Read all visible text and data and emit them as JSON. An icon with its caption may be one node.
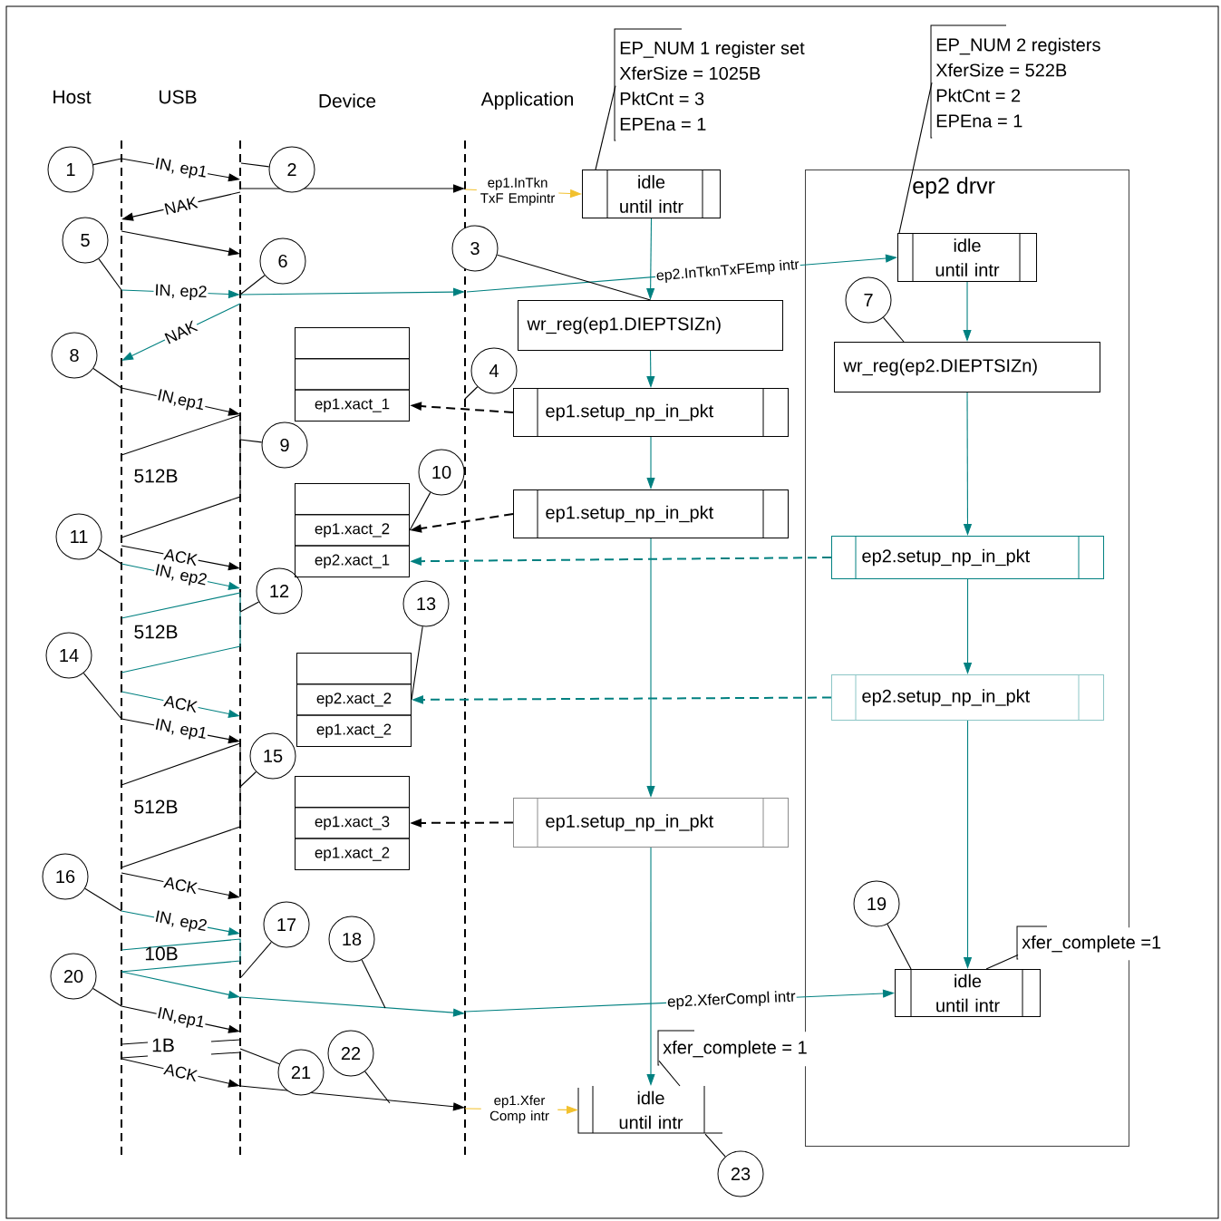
{
  "diagram": {
    "nodes": [
      {
        "text": [
          "ep2 drvr"
        ]
      },
      {
        "text": [
          "1"
        ]
      },
      {
        "text": [
          "2"
        ]
      },
      {
        "text": [
          "3"
        ]
      },
      {
        "text": [
          "4"
        ]
      },
      {
        "text": [
          "5"
        ]
      },
      {
        "text": [
          "6"
        ]
      },
      {
        "text": [
          "7"
        ],
        "in": 0
      },
      {
        "text": [
          "8"
        ]
      },
      {
        "text": [
          "9"
        ]
      },
      {
        "text": [
          "10"
        ]
      },
      {
        "text": [
          "11"
        ]
      },
      {
        "text": [
          "12"
        ]
      },
      {
        "text": [
          "13"
        ]
      },
      {
        "text": [
          "14"
        ]
      },
      {
        "text": [
          "15"
        ]
      },
      {
        "text": [
          "16"
        ]
      },
      {
        "text": [
          "17"
        ]
      },
      {
        "text": [
          "18"
        ]
      },
      {
        "text": [
          "19"
        ],
        "in": 0
      },
      {
        "text": [
          "20"
        ]
      },
      {
        "text": [
          "21"
        ]
      },
      {
        "text": [
          "22"
        ]
      },
      {
        "text": [
          "23"
        ]
      },
      {
        "text": [
          "EP_NUM 1 register set",
          "XferSize = 1025B",
          "PktCnt = 3",
          "EPEna = 1"
        ]
      },
      {
        "text": [
          "EP_NUM 2 registers",
          "XferSize = 522B",
          "PktCnt = 2",
          "EPEna = 1"
        ]
      },
      {
        "text": [
          "idle until intr"
        ]
      },
      {
        "text": [
          "idle until intr"
        ],
        "in": 0
      },
      {
        "text": [
          "wr_reg(ep1.DIEPTSIZn)"
        ]
      },
      {
        "text": [
          "wr_reg(ep2.DIEPTSIZn)"
        ],
        "in": 0
      },
      {
        "text": [
          "ep1.setup_np_in_pkt"
        ]
      },
      {
        "text": [
          "ep1.setup_np_in_pkt"
        ]
      },
      {
        "text": [
          "ep2.setup_np_in_pkt"
        ],
        "in": 0
      },
      {
        "text": [
          "ep2.setup_np_in_pkt"
        ],
        "in": 0
      },
      {
        "text": [
          "ep1.setup_np_in_pkt"
        ]
      },
      {
        "text": [
          "idle until intr"
        ],
        "in": 0
      },
      {
        "text": [
          "xfer_complete =1"
        ]
      },
      {
        "text": [
          "idle until intr"
        ]
      },
      {
        "text": [
          "xfer_complete = 1"
        ]
      },
      {
        "text": [],
        "shape": "box"
      },
      {
        "text": [],
        "shape": "box"
      },
      {
        "text": [
          "ep1.xact_1"
        ]
      },
      {
        "text": [],
        "shape": "box"
      },
      {
        "text": [
          "ep1.xact_2"
        ]
      },
      {
        "text": [
          "ep2.xact_1"
        ]
      },
      {
        "text": [],
        "shape": "box"
      },
      {
        "text": [
          "ep2.xact_2"
        ]
      },
      {
        "text": [
          "ep1.xact_2"
        ]
      },
      {
        "text": [],
        "shape": "box"
      },
      {
        "text": [
          "ep1.xact_3"
        ]
      },
      {
        "text": [
          "ep1.xact_2"
        ]
      }
    ],
    "edges": [
      {
        "from": null,
        "to": 26,
        "arrow": "to",
        "label": "ep1.InTkn TxF Empintr",
        "color": "#f2c12e"
      },
      {
        "from": 26,
        "to": 28,
        "arrow": "to",
        "color": "#008080"
      },
      {
        "from": null,
        "to": 27,
        "arrow": "to",
        "label": "ep2.InTknTxFEmp intr",
        "color": "#008080"
      },
      {
        "from": 27,
        "to": 29,
        "arrow": "to",
        "color": "#008080"
      },
      {
        "from": 28,
        "to": 30,
        "arrow": "to",
        "color": "#008080"
      },
      {
        "from": 30,
        "to": 31,
        "arrow": "to",
        "color": "#008080"
      },
      {
        "from": 31,
        "to": 34,
        "arrow": "to",
        "color": "#008080"
      },
      {
        "from": 34,
        "to": 37,
        "arrow": "to",
        "color": "#008080"
      },
      {
        "from": 29,
        "to": 32,
        "arrow": "to",
        "color": "#008080"
      },
      {
        "from": 32,
        "to": 33,
        "arrow": "to",
        "color": "#008080"
      },
      {
        "from": 33,
        "to": 35,
        "arrow": "to",
        "color": "#008080"
      },
      {
        "from": 30,
        "to": 41,
        "arrow": "to",
        "style": "dashed"
      },
      {
        "from": 31,
        "to": 43,
        "arrow": "to",
        "style": "dashed"
      },
      {
        "from": 32,
        "to": 44,
        "arrow": "to",
        "style": "dashed",
        "color": "#008080"
      },
      {
        "from": 33,
        "to": 46,
        "arrow": "to",
        "style": "dashed",
        "color": "#008080"
      },
      {
        "from": 34,
        "to": 49,
        "arrow": "to",
        "style": "dashed"
      },
      {
        "from": null,
        "to": 35,
        "arrow": "to",
        "label": "ep2.XferCompl intr",
        "color": "#008080"
      },
      {
        "from": null,
        "to": 37,
        "arrow": "to",
        "label": "ep1.Xfer Comp intr",
        "color": "#f2c12e"
      },
      {
        "from": 24,
        "to": 26,
        "arrow": "none"
      },
      {
        "from": 25,
        "to": 27,
        "arrow": "none"
      },
      {
        "from": 36,
        "to": 35,
        "arrow": "none"
      },
      {
        "from": 38,
        "to": 37,
        "arrow": "none"
      },
      {
        "from": 1,
        "to": null,
        "arrow": "none"
      },
      {
        "from": 2,
        "to": null,
        "arrow": "none"
      },
      {
        "from": 3,
        "to": 28,
        "arrow": "none"
      },
      {
        "from": 4,
        "to": null,
        "arrow": "none"
      },
      {
        "from": 5,
        "to": null,
        "arrow": "none"
      },
      {
        "from": 6,
        "to": null,
        "arrow": "none"
      },
      {
        "from": 7,
        "to": 29,
        "arrow": "none"
      },
      {
        "from": 8,
        "to": null,
        "arrow": "none"
      },
      {
        "from": 9,
        "to": null,
        "arrow": "none"
      },
      {
        "from": 10,
        "to": 43,
        "arrow": "none"
      },
      {
        "from": 11,
        "to": null,
        "arrow": "none"
      },
      {
        "from": 12,
        "to": null,
        "arrow": "none"
      },
      {
        "from": 13,
        "to": 46,
        "arrow": "none"
      },
      {
        "from": 14,
        "to": null,
        "arrow": "none"
      },
      {
        "from": 15,
        "to": null,
        "arrow": "none"
      },
      {
        "from": 16,
        "to": null,
        "arrow": "none"
      },
      {
        "from": 17,
        "to": null,
        "arrow": "none"
      },
      {
        "from": 18,
        "to": null,
        "arrow": "none"
      },
      {
        "from": 19,
        "to": 35,
        "arrow": "none"
      },
      {
        "from": 20,
        "to": null,
        "arrow": "none"
      },
      {
        "from": 21,
        "to": null,
        "arrow": "none"
      },
      {
        "from": 22,
        "to": null,
        "arrow": "none"
      },
      {
        "from": 23,
        "to": 37,
        "arrow": "none"
      }
    ],
    "labels": [
      "Host",
      "USB",
      "Device",
      "Application",
      "IN, ep1",
      "NAK",
      "IN, ep2",
      "NAK",
      "IN,ep1",
      "512B",
      "ACK",
      "IN, ep2",
      "512B",
      "ACK",
      "IN, ep1",
      "512B",
      "ACK",
      "IN, ep2",
      "10B",
      "IN,ep1",
      "1B",
      "ACK"
    ]
  }
}
